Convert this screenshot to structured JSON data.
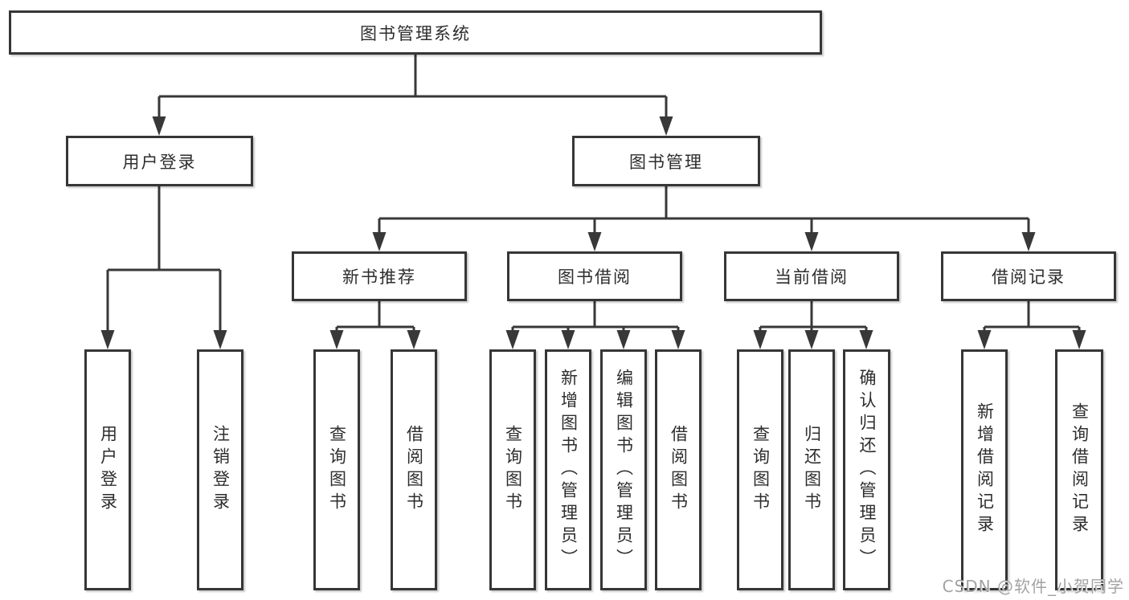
{
  "diagram": {
    "root": {
      "label": "图书管理系统"
    },
    "branches": [
      {
        "label": "用户登录",
        "children": [
          {
            "label": "用户登录"
          },
          {
            "label": "注销登录"
          }
        ]
      },
      {
        "label": "图书管理",
        "children": [
          {
            "label": "新书推荐",
            "children": [
              {
                "label": "查询图书"
              },
              {
                "label": "借阅图书"
              }
            ]
          },
          {
            "label": "图书借阅",
            "children": [
              {
                "label": "查询图书"
              },
              {
                "label": "新增图书（管理员）"
              },
              {
                "label": "编辑图书（管理员）"
              },
              {
                "label": "借阅图书"
              }
            ]
          },
          {
            "label": "当前借阅",
            "children": [
              {
                "label": "查询图书"
              },
              {
                "label": "归还图书"
              },
              {
                "label": "确认归还（管理员）"
              }
            ]
          },
          {
            "label": "借阅记录",
            "children": [
              {
                "label": "新增借阅记录"
              },
              {
                "label": "查询借阅记录"
              }
            ]
          }
        ]
      }
    ]
  },
  "watermark": {
    "text": "CSDN @软件_小贺同学"
  },
  "colors": {
    "background": "#ffffff",
    "line": "#383838",
    "box_border": "#363636",
    "text": "#2d2d2d",
    "watermark": "#a3a3a3"
  }
}
